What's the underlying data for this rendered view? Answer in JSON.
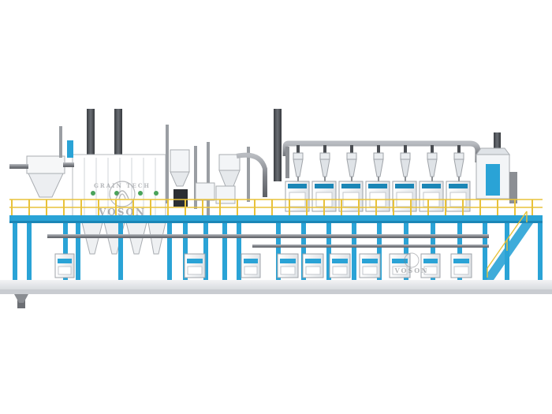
{
  "watermark": {
    "brand": "VOSON",
    "brand_small": "VOSON",
    "arc_text": "GRAIN TECH"
  },
  "colors": {
    "steel_blue": "#2aa3d6",
    "steel_blue_dark": "#1b86b6",
    "railing_yellow": "#e8c23a",
    "pipe_gray": "#8c8f94",
    "pipe_dark": "#4a4d52",
    "machine_white": "#f3f5f7",
    "floor": "#e9ebee"
  },
  "icons": [
    "logo-seal-icon"
  ]
}
